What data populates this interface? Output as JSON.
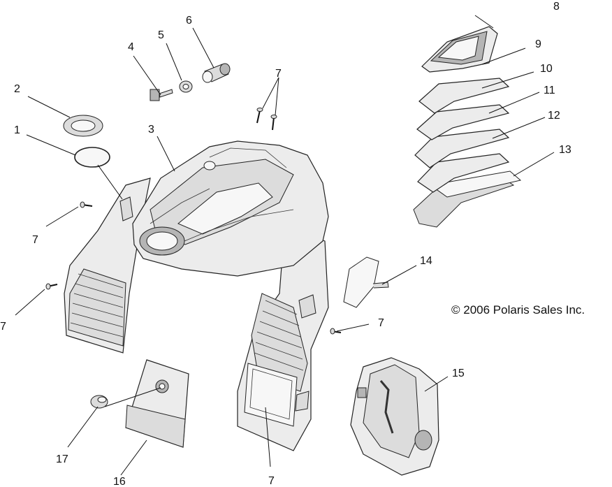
{
  "diagram": {
    "copyright": "© 2006 Polaris Sales Inc.",
    "callouts": {
      "c1": "1",
      "c2": "2",
      "c3": "3",
      "c4": "4",
      "c5": "5",
      "c6": "6",
      "c7a": "7",
      "c7b": "7",
      "c7c": "7",
      "c7d": "7",
      "c7e": "7",
      "c8": "8",
      "c9": "9",
      "c10": "10",
      "c11": "11",
      "c12": "12",
      "c13": "13",
      "c14": "14",
      "c15": "15",
      "c16": "16",
      "c17": "17"
    }
  }
}
